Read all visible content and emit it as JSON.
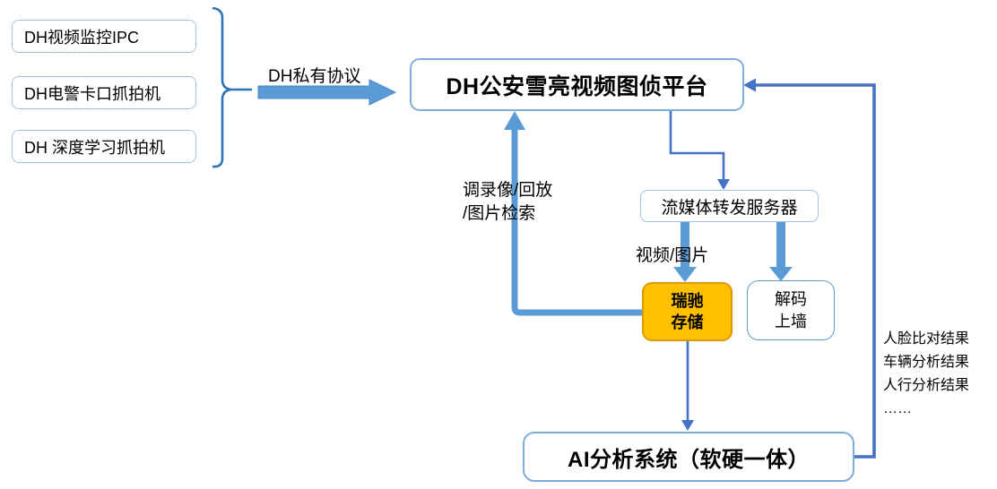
{
  "diagram": {
    "sources": [
      {
        "label": "DH视频监控IPC"
      },
      {
        "label": "DH电警卡口抓拍机"
      },
      {
        "label": "DH 深度学习抓拍机"
      }
    ],
    "protocol_label": "DH私有协议",
    "platform_label": "DH公安雪亮视频图侦平台",
    "retrieve_label": {
      "line1": "调录像/回放",
      "line2": "/图片检索"
    },
    "media_server_label": "流媒体转发服务器",
    "video_pic_label": "视频/图片",
    "storage_label": {
      "line1": "瑞驰",
      "line2": "存储"
    },
    "decode_label": {
      "line1": "解码",
      "line2": "上墙"
    },
    "ai_label": "AI分析系统（软硬一体）",
    "results": [
      "人脸比对结果",
      "车辆分析结果",
      "人行分析结果",
      "……"
    ]
  },
  "colors": {
    "thick_arrow": "#5B9BD5",
    "thin_line": "#4472C4",
    "brace": "#2E75B6",
    "light_box_border": "#9DC3E6",
    "big_box_border": "#7FACDC",
    "decode_box_border": "#5B9BD5",
    "storage_fill": "#FFC000",
    "storage_border": "#DD9A00",
    "text": "#000000",
    "background": "#FFFFFF"
  }
}
